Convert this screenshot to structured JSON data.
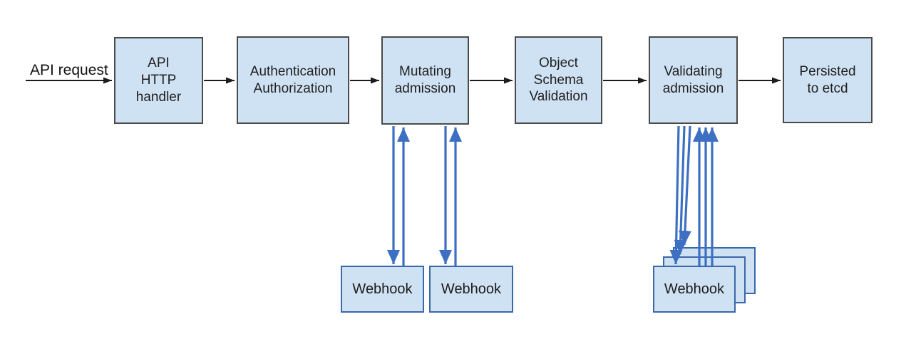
{
  "diagram": {
    "description": "API request admission control flow",
    "request_label": "API request",
    "stages": [
      {
        "id": "api-http-handler",
        "label": "API\nHTTP\nhandler"
      },
      {
        "id": "authentication-authorization",
        "label": "Authentication\nAuthorization"
      },
      {
        "id": "mutating-admission",
        "label": "Mutating\nadmission"
      },
      {
        "id": "object-schema-validation",
        "label": "Object\nSchema\nValidation"
      },
      {
        "id": "validating-admission",
        "label": "Validating\nadmission"
      },
      {
        "id": "persisted-to-etcd",
        "label": "Persisted\nto etcd"
      }
    ],
    "mutating_webhooks": [
      {
        "label": "Webhook"
      },
      {
        "label": "Webhook"
      }
    ],
    "validating_webhooks": [
      {
        "label": "Webhook",
        "stacked_copies": 3
      }
    ],
    "colors": {
      "box_fill": "#cfe2f3",
      "stage_border": "#4a4a4a",
      "webhook_border": "#3a68a8",
      "flow_arrow": "#1d1d1d",
      "webhook_arrow": "#3d6fc3",
      "background": "#ffffff"
    }
  }
}
